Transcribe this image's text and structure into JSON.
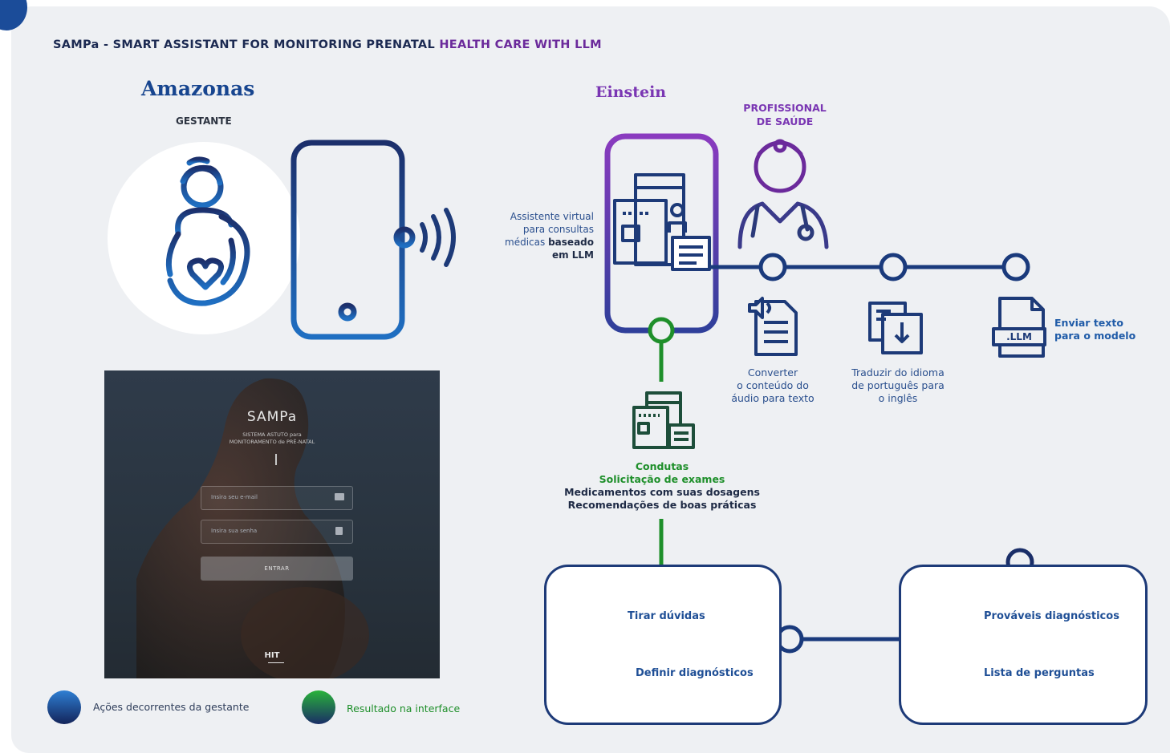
{
  "title": {
    "part1": "SAMPa - SMART ASSISTANT FOR MONITORING PRENATAL",
    "part2": "HEALTH CARE WITH LLM"
  },
  "left": {
    "region": "Amazonas",
    "role": "GESTANTE"
  },
  "right": {
    "region": "Einstein",
    "role_line1": "PROFISSIONAL",
    "role_line2": "DE SAÚDE"
  },
  "assistant": {
    "line1": "Assistente virtual",
    "line2": "para consultas",
    "line3_regular": "médicas",
    "line3_bold": "baseado",
    "line4": "em LLM"
  },
  "steps": [
    {
      "line1": "Converter",
      "line2": "o conteúdo do",
      "line3": "áudio para texto"
    },
    {
      "line1": "Traduzir do idioma",
      "line2": "de português para",
      "line3": "o inglês"
    }
  ],
  "llm": {
    "file_label": ".LLM",
    "line1": "Enviar texto",
    "line2": "para o modelo"
  },
  "condutas": {
    "line1": "Condutas",
    "line2": "Solicitação de exames",
    "line3": "Medicamentos com suas dosagens",
    "line4": "Recomendações de boas práticas"
  },
  "card_left": {
    "item1": "Tirar dúvidas",
    "item2": "Definir diagnósticos"
  },
  "card_right": {
    "item1": "Prováveis diagnósticos",
    "item2": "Lista de perguntas"
  },
  "app_screen": {
    "brand": "SAMPa",
    "subtitle_line1": "SISTEMA ASTUTO para",
    "subtitle_line2": "MONITORAMENTO de PRÉ-NATAL",
    "email_placeholder": "Insira seu e-mail",
    "password_placeholder": "Insira sua senha",
    "button": "ENTRAR",
    "footer_logo": "HIT"
  },
  "legend": {
    "blue_label": "Ações decorrentes da gestante",
    "green_label": "Resultado na interface"
  },
  "colors": {
    "navy": "#1d3a78",
    "blue": "#17458f",
    "purple": "#7a36b3",
    "green": "#1e8f2a",
    "panel_bg": "#eef0f3"
  }
}
